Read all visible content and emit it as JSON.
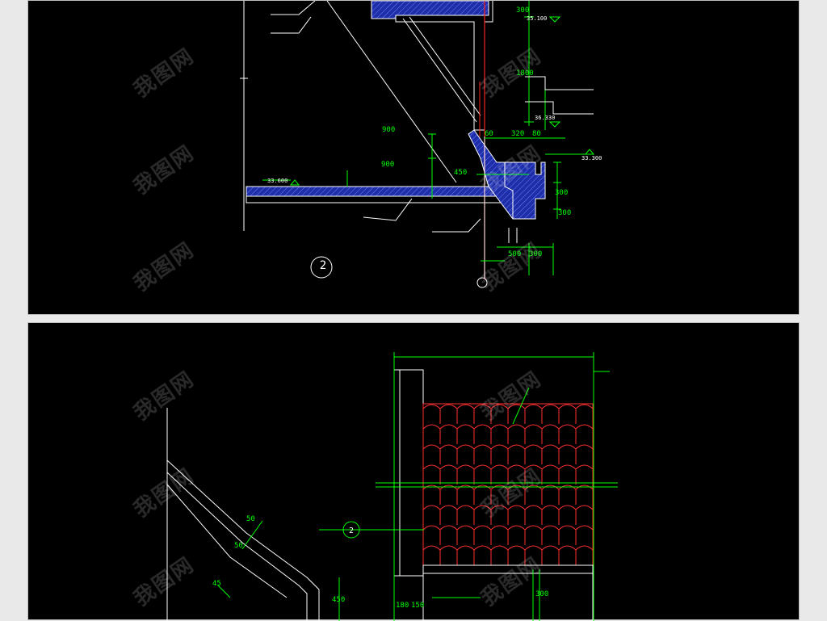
{
  "colors": {
    "background": "#000000",
    "line_white": "#ffffff",
    "line_green": "#00ff00",
    "hatch_blue": "#2b3bd8",
    "line_red": "#ff2020",
    "page_gray": "#e9e9e9"
  },
  "top_drawing": {
    "detail_marker": "2",
    "dims": {
      "d300": "300",
      "d1800": "1800",
      "d900_a": "900",
      "d900_b": "900",
      "d450": "450",
      "d500": "500",
      "d300b": "300",
      "d300c": "300",
      "d60": "60",
      "d320": "320",
      "d80": "80",
      "d300d": "300"
    },
    "elev_top": "35.100",
    "elev_mid": "36.330",
    "elev_left": "33.600",
    "elev_right": "33.300"
  },
  "bottom_drawing": {
    "detail_marker": "2",
    "dims": {
      "d180": "180",
      "d150": "150",
      "d300": "300",
      "d450": "450",
      "d45": "45",
      "d50": "50",
      "d50b": "50"
    }
  },
  "watermark": "我图网"
}
